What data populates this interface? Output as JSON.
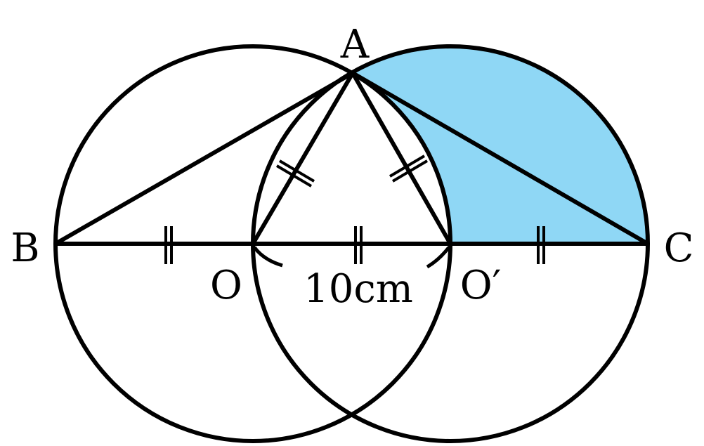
{
  "diagram": {
    "points": {
      "A": "A",
      "B": "B",
      "C": "C",
      "O": "O",
      "O_prime": "O′"
    },
    "dimension_label": "10cm",
    "fill_color": "#8fd7f5",
    "stroke_color": "#000000"
  }
}
